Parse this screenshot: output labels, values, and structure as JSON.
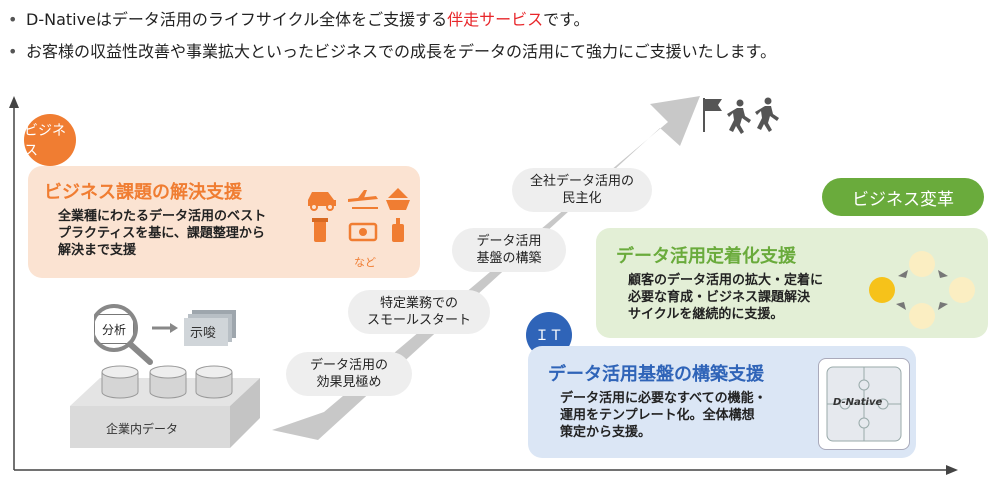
{
  "header": {
    "bullet1_pre": "D-Nativeはデータ活用のライフサイクル全体をご支援する",
    "bullet1_highlight": "伴走サービス",
    "bullet1_post": "です。",
    "bullet2": "お客様の収益性改善や事業拡大といったビジネスでの成長をデータの活用にて強力にご支援いたします。"
  },
  "badges": {
    "business": "ビジネス",
    "it": "ＩＴ"
  },
  "business_card": {
    "title": "ビジネス課題の解決支援",
    "body_lines": [
      "全業種にわたるデータ活用のベスト",
      "プラクティスを基に、課題整理から",
      "解決まで支援"
    ],
    "icons_note": "など"
  },
  "steps": [
    {
      "lines": [
        "データ活用の",
        "効果見極め"
      ]
    },
    {
      "lines": [
        "特定業務での",
        "スモールスタート"
      ]
    },
    {
      "lines": [
        "データ活用",
        "基盤の構築"
      ]
    },
    {
      "lines": [
        "全社データ活用の",
        "民主化"
      ]
    }
  ],
  "transformation_label": "ビジネス変革",
  "adoption_card": {
    "title": "データ活用定着化支援",
    "body_lines": [
      "顧客のデータ活用の拡大・定着に",
      "必要な育成・ビジネス課題解決",
      "サイクルを継続的に支援。"
    ]
  },
  "platform_card": {
    "title": "データ活用基盤の構築支援",
    "body_lines": [
      "データ活用に必要なすべての機能・",
      "運用をテンプレート化。全体構想",
      "策定から支援。"
    ],
    "logo_text": "D-Native"
  },
  "data_illustration": {
    "analysis_label": "分析",
    "insight_label": "示唆",
    "base_label": "企業内データ"
  },
  "colors": {
    "orange": "#f07d32",
    "orange_bg": "#fbe3d2",
    "green": "#6aab3c",
    "green_bg": "#e3efd6",
    "blue": "#2f64b8",
    "blue_bg": "#dbe6f5",
    "red": "#e8262a",
    "pill_bg": "#eeeeee",
    "arrow": "#c8c8c8"
  },
  "icons": [
    "car-icon",
    "airplane-icon",
    "ship-icon",
    "medicine-icon",
    "money-icon",
    "drink-icon",
    "running-people-icon",
    "goal-flag-icon",
    "magnifier-icon",
    "database-icon",
    "puzzle-icon"
  ]
}
